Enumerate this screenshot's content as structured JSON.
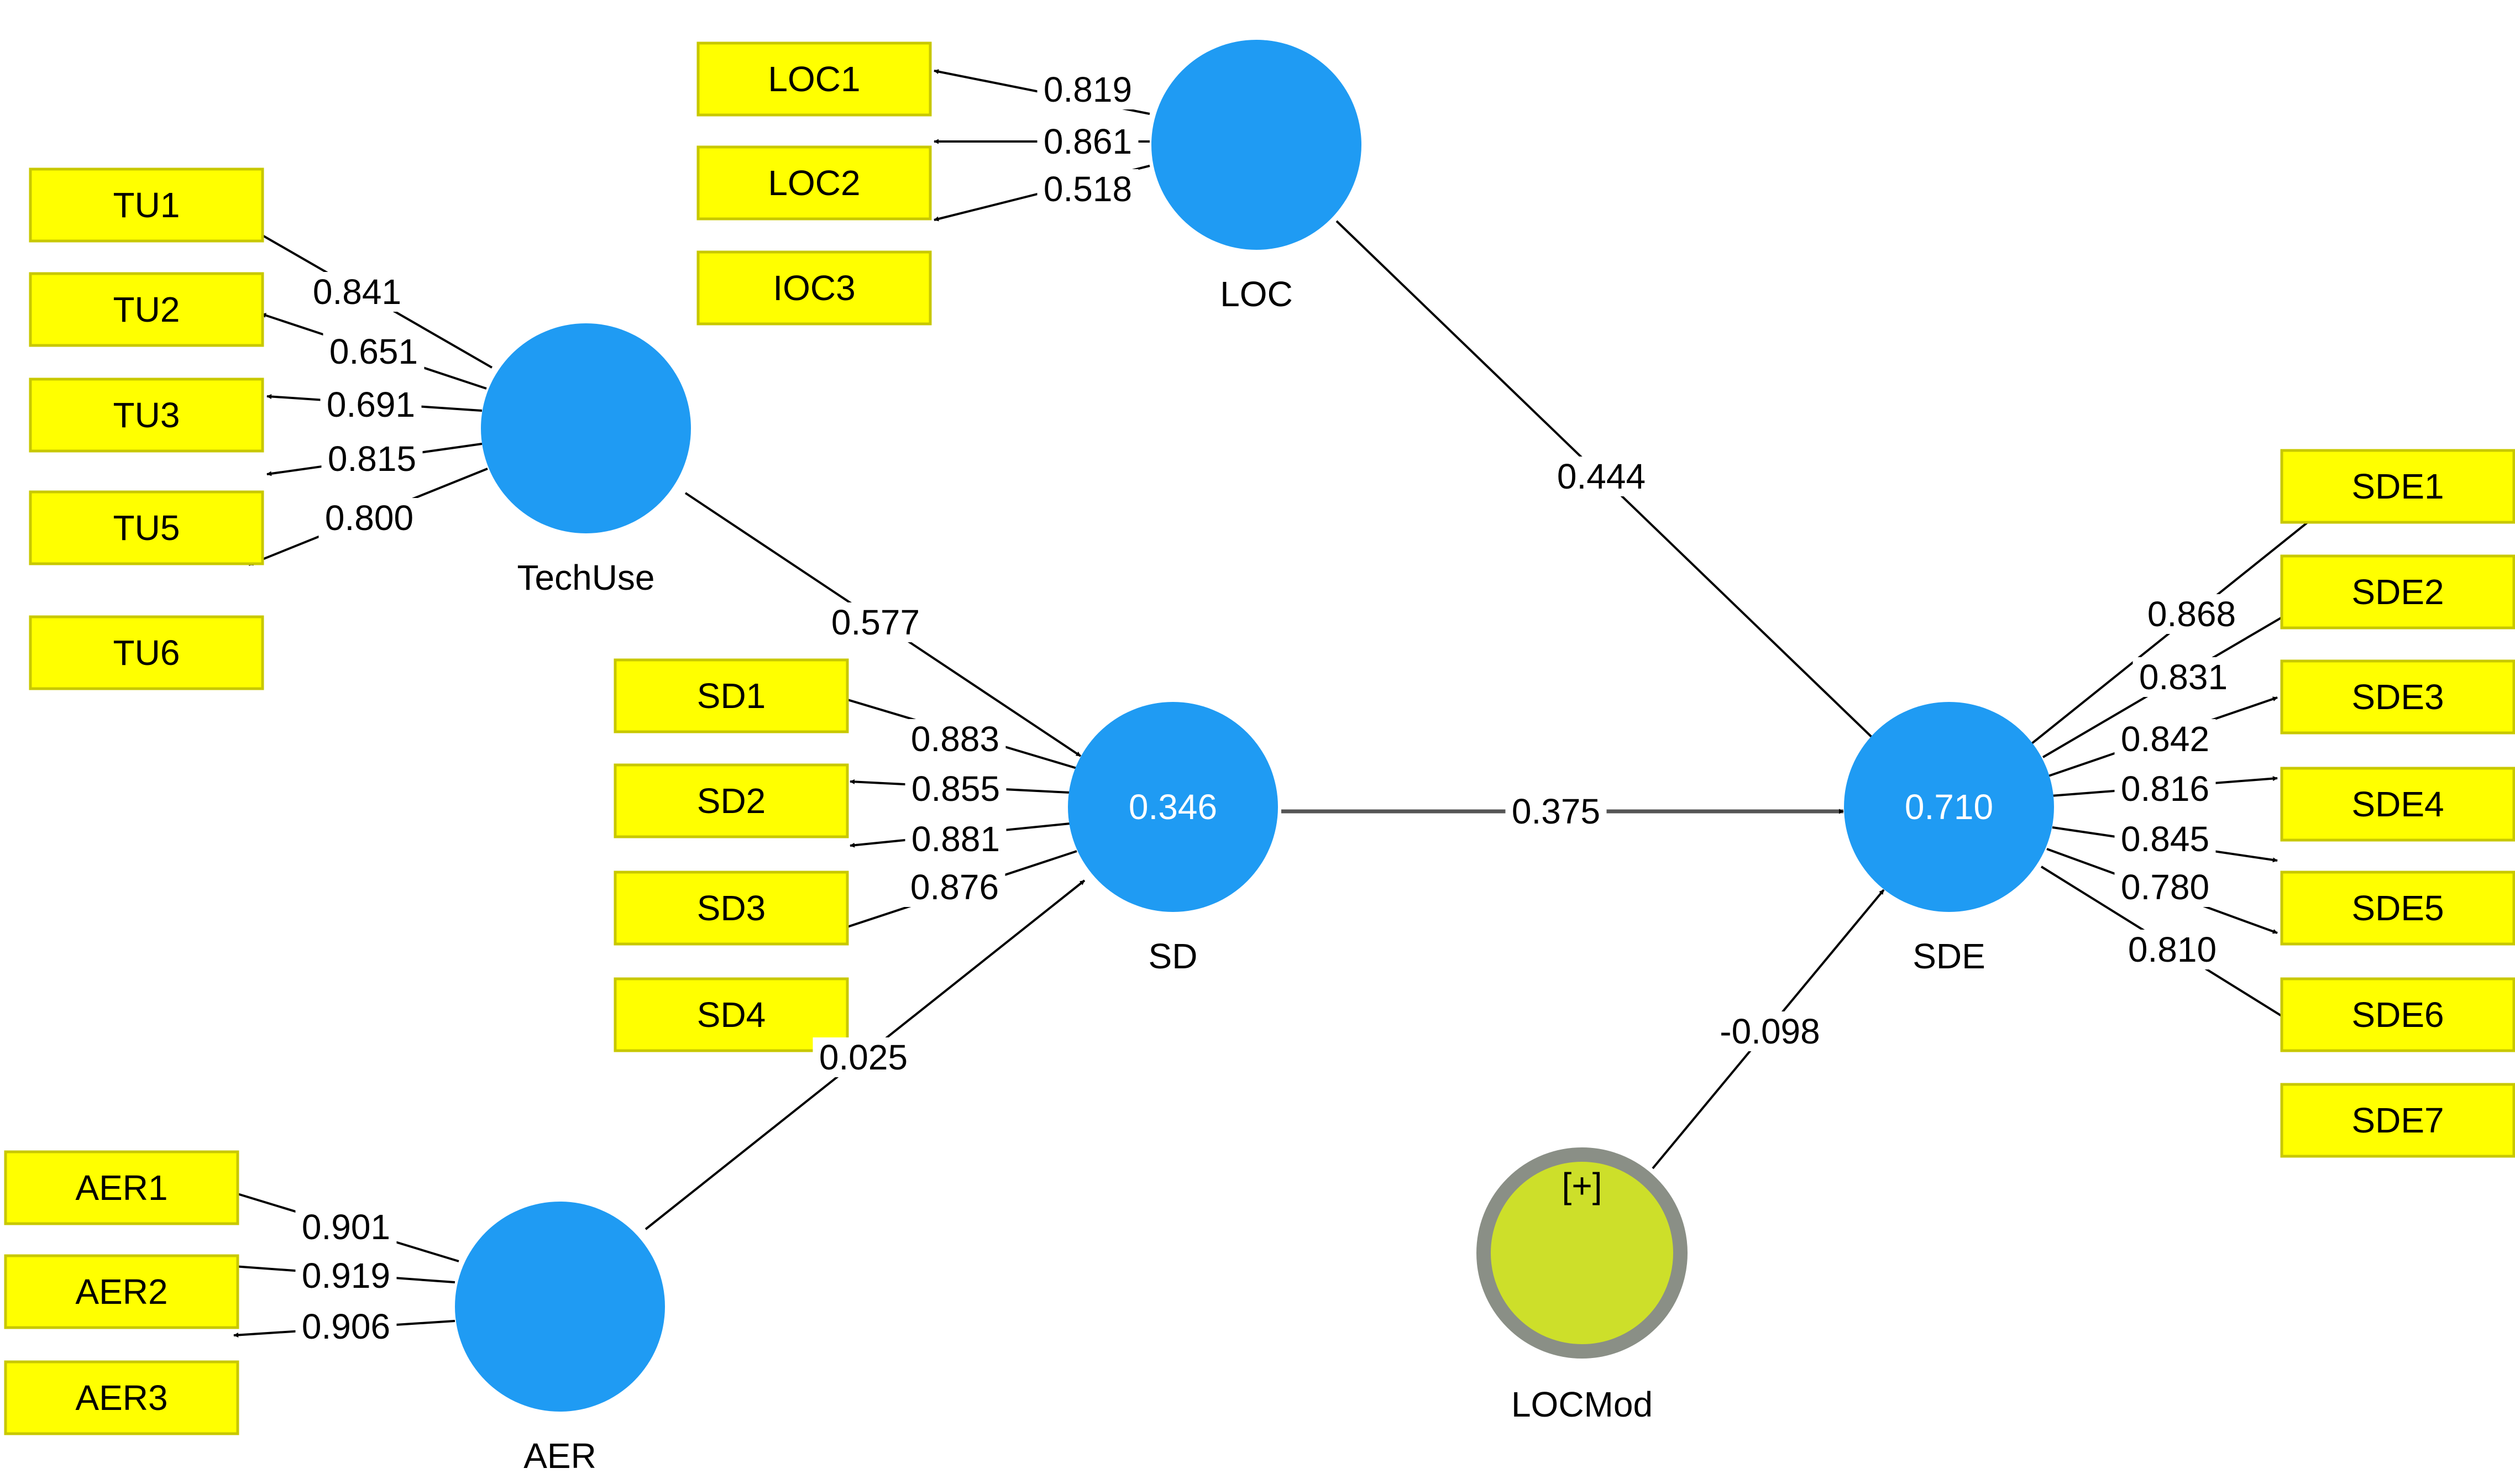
{
  "colors": {
    "latent": "#1f9bf3",
    "indicator_fill": "#ffff00",
    "indicator_border": "#c8c800",
    "moderator_fill": "#cddf2a",
    "moderator_ring": "#8a8f86",
    "line": "#000000"
  },
  "latents": {
    "LOC": {
      "label": "LOC",
      "r2": ""
    },
    "TechUse": {
      "label": "TechUse",
      "r2": ""
    },
    "SD": {
      "label": "SD",
      "r2": "0.346"
    },
    "SDE": {
      "label": "SDE",
      "r2": "0.710"
    },
    "AER": {
      "label": "AER",
      "r2": ""
    },
    "LOCMod": {
      "label": "LOCMod",
      "symbol": "[+]"
    }
  },
  "indicators": {
    "LOC1": "LOC1",
    "LOC2": "LOC2",
    "IOC3": "IOC3",
    "TU1": "TU1",
    "TU2": "TU2",
    "TU3": "TU3",
    "TU5": "TU5",
    "TU6": "TU6",
    "SD1": "SD1",
    "SD2": "SD2",
    "SD3": "SD3",
    "SD4": "SD4",
    "AER1": "AER1",
    "AER2": "AER2",
    "AER3": "AER3",
    "SDE1": "SDE1",
    "SDE2": "SDE2",
    "SDE3": "SDE3",
    "SDE4": "SDE4",
    "SDE5": "SDE5",
    "SDE6": "SDE6",
    "SDE7": "SDE7"
  },
  "loadings": {
    "LOC1": "0.819",
    "LOC2": "0.861",
    "IOC3": "0.518",
    "TU1": "0.841",
    "TU2": "0.651",
    "TU3": "0.691",
    "TU5": "0.815",
    "TU6": "0.800",
    "SD1": "0.883",
    "SD2": "0.855",
    "SD3": "0.881",
    "SD4": "0.876",
    "AER1": "0.901",
    "AER2": "0.919",
    "AER3": "0.906",
    "SDE1": "0.868",
    "SDE2": "0.831",
    "SDE3": "0.842",
    "SDE4": "0.816",
    "SDE5": "0.845",
    "SDE6": "0.780",
    "SDE7": "0.810"
  },
  "paths": {
    "LOC_SDE": "0.444",
    "TechUse_SD": "0.577",
    "SD_SDE": "0.375",
    "AER_SD": "0.025",
    "LOCMod_SDE": "-0.098"
  }
}
